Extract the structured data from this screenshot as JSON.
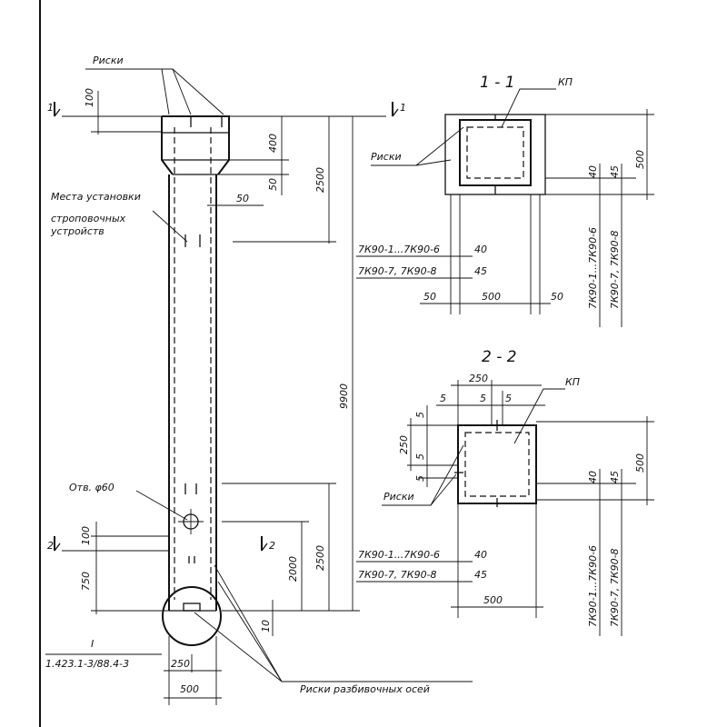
{
  "labels": {
    "riski_top": "Риски",
    "mesta_1": "Места установки",
    "mesta_2": "строповочных",
    "mesta_3": "устройств",
    "otv": "Отв. φ60",
    "riski_axes": "Риски разбивочных осей",
    "node": "I",
    "node_ref": "1.423.1-3/88.4-3"
  },
  "elevation_dims": {
    "d100_top": "100",
    "d400": "400",
    "d50_a": "50",
    "d2500_top": "2500",
    "d50_b": "50",
    "d9900": "9900",
    "d100_bot": "100",
    "d750": "750",
    "d2000": "2000",
    "d2500_bot": "2500",
    "d10": "10",
    "d250": "250",
    "d500": "500"
  },
  "section_marks": {
    "cut1_left": "1",
    "cut1_right": "1",
    "cut2_left": "2",
    "cut2_right": "2"
  },
  "section_1": {
    "title": "1 - 1",
    "kp": "КП",
    "riski": "Риски",
    "row1_label": "7К90-1...7К90-6",
    "row1_val": "40",
    "row2_label": "7К90-7, 7К90-8",
    "row2_val": "45",
    "w_left": "50",
    "w_mid": "500",
    "w_right": "50",
    "h500": "500",
    "h40": "40",
    "h45": "45",
    "vert1": "7К90-1...7К90-6",
    "vert2": "7К90-7, 7К90-8"
  },
  "section_2": {
    "title": "2 - 2",
    "kp": "КП",
    "riski": "Риски",
    "top250": "250",
    "top5a": "5",
    "top5b": "5",
    "top5c": "5",
    "left250": "250",
    "left5a": "5",
    "left5b": "5",
    "left5c": "5",
    "row1_label": "7К90-1...7К90-6",
    "row1_val": "40",
    "row2_label": "7К90-7, 7К90-8",
    "row2_val": "45",
    "w500": "500",
    "h500": "500",
    "h40": "40",
    "h45": "45",
    "vert1": "7К90-1...7К90-6",
    "vert2": "7К90-7, 7К90-8"
  }
}
